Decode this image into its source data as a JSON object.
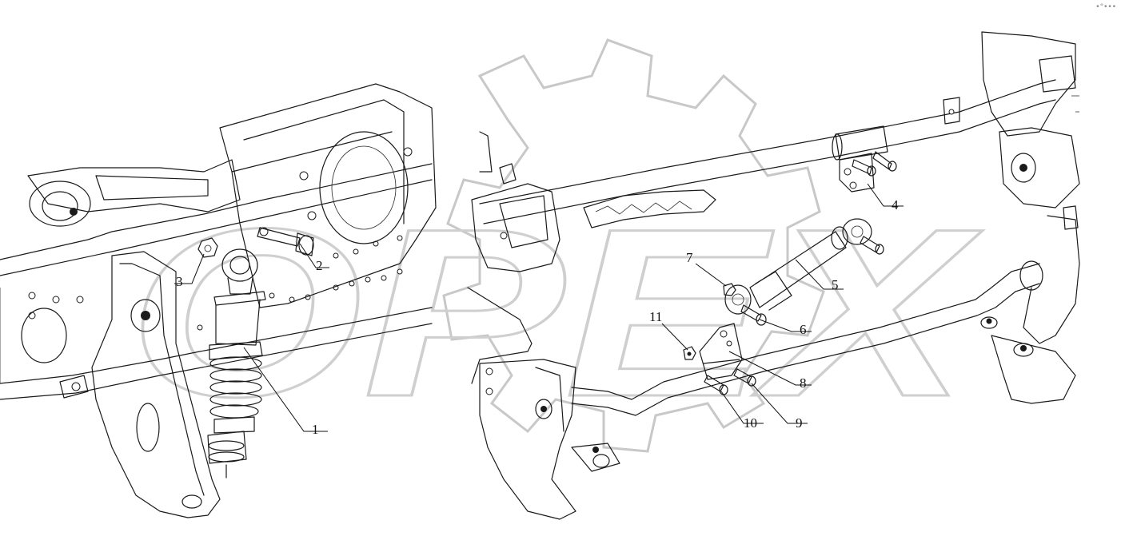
{
  "diagram": {
    "watermark": "OPEX",
    "callouts": [
      {
        "id": "1",
        "label": "1"
      },
      {
        "id": "2",
        "label": "2"
      },
      {
        "id": "3",
        "label": "3"
      },
      {
        "id": "4",
        "label": "4"
      },
      {
        "id": "5",
        "label": "5"
      },
      {
        "id": "6",
        "label": "6"
      },
      {
        "id": "7",
        "label": "7"
      },
      {
        "id": "8",
        "label": "8"
      },
      {
        "id": "9",
        "label": "9"
      },
      {
        "id": "10",
        "label": "10"
      },
      {
        "id": "11",
        "label": "11"
      }
    ],
    "corner_glyph": "•°•••"
  }
}
